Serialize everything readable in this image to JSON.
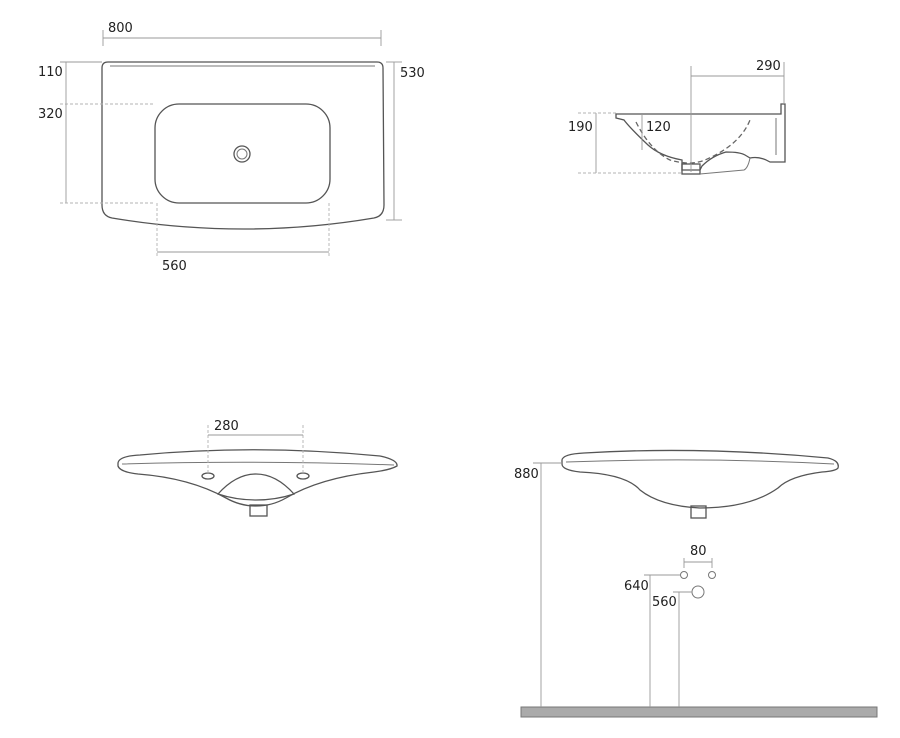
{
  "dimensions": {
    "top_width": "800",
    "top_back_depth": "110",
    "top_bowl_depth": "320",
    "top_total_depth": "530",
    "top_bowl_width": "560",
    "side_depth": "290",
    "side_height": "190",
    "side_bowl_depth": "120",
    "front_tap_spacing": "280",
    "install_height": "880",
    "waste_spacing": "80",
    "waste_height_upper": "640",
    "waste_height_lower": "560"
  },
  "colors": {
    "outline": "#555555",
    "dimension_line": "#999999",
    "floor": "#aaaaaa"
  }
}
